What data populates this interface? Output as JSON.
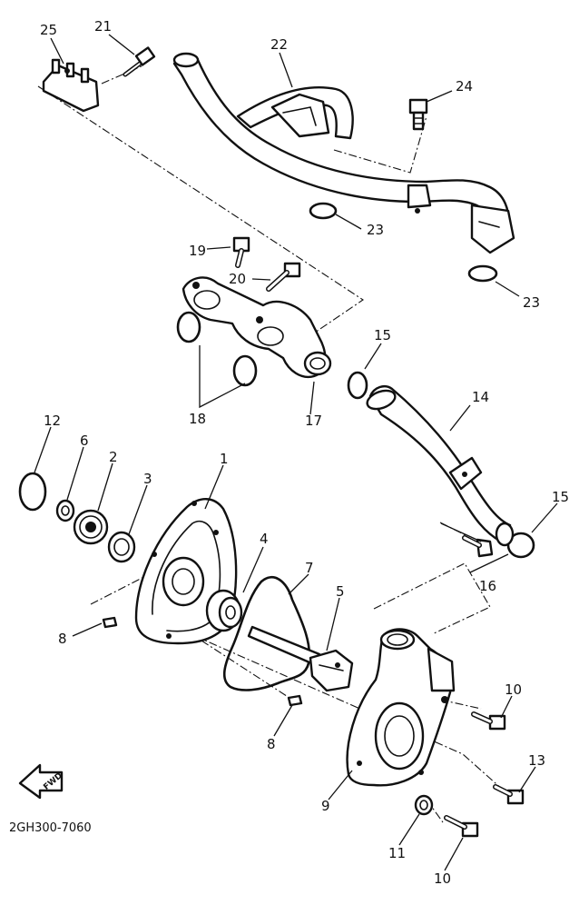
{
  "diagram": {
    "code": "2GH300-7060",
    "direction_label": "FWD",
    "callouts": {
      "c1": "1",
      "c2": "2",
      "c3": "3",
      "c4": "4",
      "c5": "5",
      "c6": "6",
      "c7": "7",
      "c8a": "8",
      "c8b": "8",
      "c9": "9",
      "c10a": "10",
      "c10b": "10",
      "c11": "11",
      "c12": "12",
      "c13": "13",
      "c14": "14",
      "c15a": "15",
      "c15b": "15",
      "c16": "16",
      "c17": "17",
      "c18": "18",
      "c19": "19",
      "c20": "20",
      "c21": "21",
      "c22": "22",
      "c23a": "23",
      "c23b": "23",
      "c24": "24",
      "c25": "25"
    }
  }
}
